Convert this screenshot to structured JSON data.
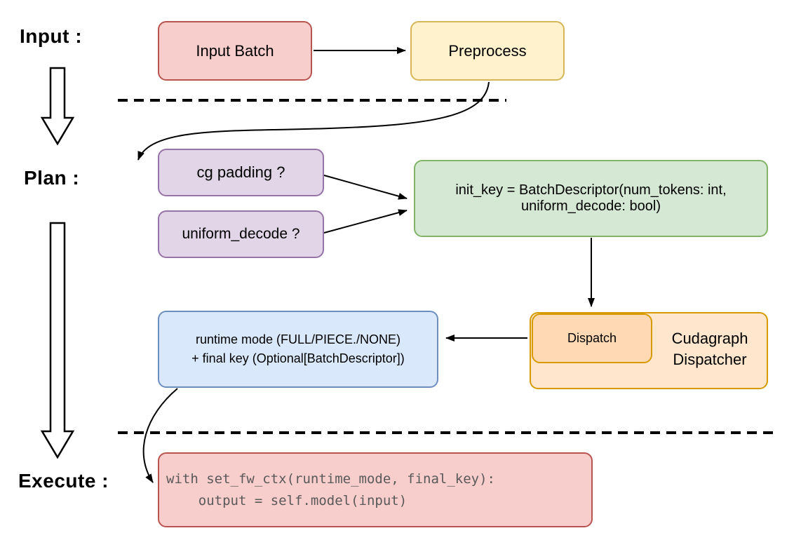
{
  "stages": {
    "input": "Input :",
    "plan": "Plan :",
    "execute": "Execute :"
  },
  "nodes": {
    "input_batch": "Input Batch",
    "preprocess": "Preprocess",
    "cg_padding": "cg padding ?",
    "uniform_decode": "uniform_decode ?",
    "init_key_line1": "init_key = BatchDescriptor(num_tokens: int,",
    "init_key_line2": "uniform_decode: bool)",
    "dispatch": "Dispatch",
    "cudagraph_line1": "Cudagraph",
    "cudagraph_line2": "Dispatcher",
    "runtime_line1": "runtime mode (FULL/PIECE./NONE)",
    "runtime_line2": "+ final key (Optional[BatchDescriptor])",
    "code_line1": "with set_fw_ctx(runtime_mode, final_key):",
    "code_line2": "    output = self.model(input)"
  },
  "icons": {
    "stage_flow_arrow": "hollow-down-arrow",
    "connector_arrowhead": "filled-black-triangle"
  },
  "colors": {
    "red_fill": "#f8cecc",
    "red_border": "#b85450",
    "yellow_fill": "#fff2cc",
    "yellow_border": "#d6b656",
    "purple_fill": "#e1d5e7",
    "purple_border": "#9673a6",
    "green_fill": "#d5e8d4",
    "green_border": "#82b366",
    "blue_fill": "#dae8fc",
    "blue_border": "#6c8ebf",
    "orange_fill": "#ffe6cc",
    "orange_inner_fill": "#ffd9b3",
    "orange_border": "#d79b00",
    "connector": "#000000",
    "code_text": "#595959"
  }
}
